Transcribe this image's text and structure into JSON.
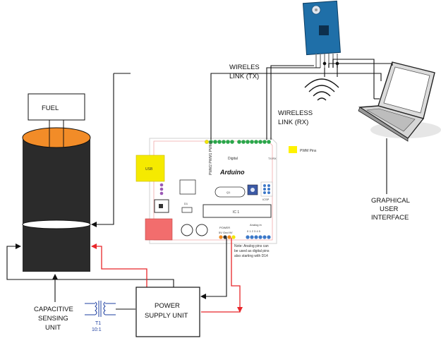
{
  "labels": {
    "fuel": "FUEL",
    "wireless_tx_line1": "WIRELES",
    "wireless_tx_line2": "LINK (TX)",
    "wireless_rx_line1": "WIRELESS",
    "wireless_rx_line2": "LINK (RX)",
    "gui_line1": "GRAPHICAL",
    "gui_line2": "USER",
    "gui_line3": "INTERFACE",
    "capacitive_line1": "CAPACITIVE",
    "capacitive_line2": "SENSING",
    "capacitive_line3": "UNIT",
    "psu_line1": "POWER",
    "psu_line2": "SUPPLY UNIT",
    "transformer_name": "T1",
    "transformer_ratio": "10:1"
  },
  "arduino": {
    "name": "Arduino",
    "usb": "USB",
    "digital": "Digital",
    "ic": "IC 1",
    "power": "POWER",
    "power_pins": "5V Gnd 9V",
    "analog": "Analog in",
    "analog_pins": "0 1 2 3 4 5",
    "note_line1": "Note: Analog pins can",
    "note_line2": "be used as digital pins",
    "note_line3": "also starting with D14",
    "pwm_pins": "PWM Pins",
    "pwm_labels": "PWM2 PWM1 PWM0",
    "tx": "TX",
    "rx": "RX",
    "icsp": "ICSP",
    "q1": "Q1",
    "d1": "D1"
  },
  "colors": {
    "red_wire": "#e8262a",
    "black_wire": "#111111",
    "tank_body": "#2b2b2b",
    "fuel_top": "#f28c28",
    "usb": "#f5ea00",
    "pwm_marker": "#fff200",
    "power_jack": "#f26d6d",
    "module_blue": "#1f6fa8",
    "pin_green": "#2aa64a",
    "pin_yellow": "#f2e600",
    "pin_blue": "#3c78c8",
    "pin_orange": "#f08a1e",
    "pin_purple": "#9b59b6"
  }
}
